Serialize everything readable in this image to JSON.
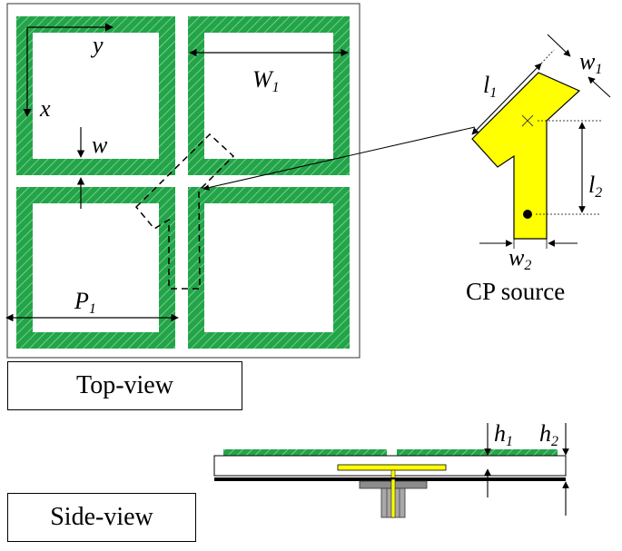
{
  "labels": {
    "y": "y",
    "x": "x",
    "w": "w",
    "W": "W",
    "W_sub": "1",
    "P": "P",
    "P_sub": "1",
    "l1": "l",
    "l1_sub": "1",
    "w1": "w",
    "w1_sub": "1",
    "l2": "l",
    "l2_sub": "2",
    "w2": "w",
    "w2_sub": "2",
    "h1": "h",
    "h1_sub": "1",
    "h2": "h",
    "h2_sub": "2"
  },
  "captions": {
    "cp_source": "CP source",
    "top_view": "Top-view",
    "side_view": "Side-view"
  },
  "colors": {
    "patch_green": "#22a548",
    "source_yellow": "#ffff00",
    "feed_gray": "#8c8c8c"
  }
}
